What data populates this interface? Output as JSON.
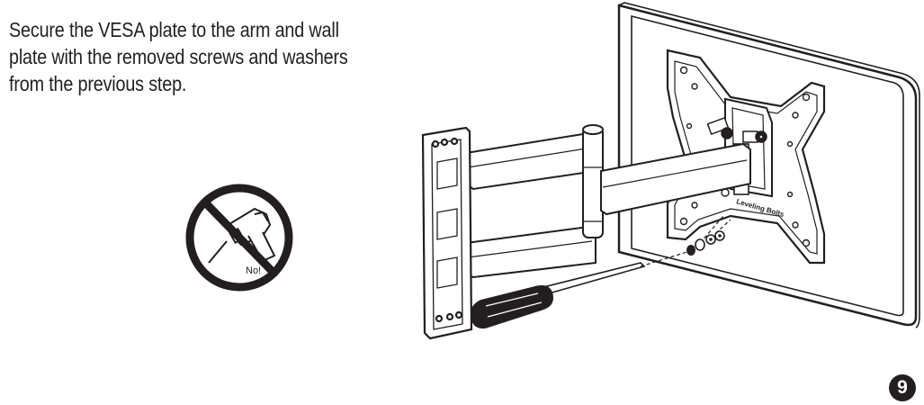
{
  "instruction": {
    "lines": [
      "Secure the VESA plate to the arm and wall",
      "plate with the removed screws and washers",
      "from the previous step."
    ]
  },
  "warning": {
    "label": "No!",
    "icon": "no-power-drill-icon"
  },
  "illustration": {
    "plate_label": "Leveling Bolts"
  },
  "step_number": "9"
}
